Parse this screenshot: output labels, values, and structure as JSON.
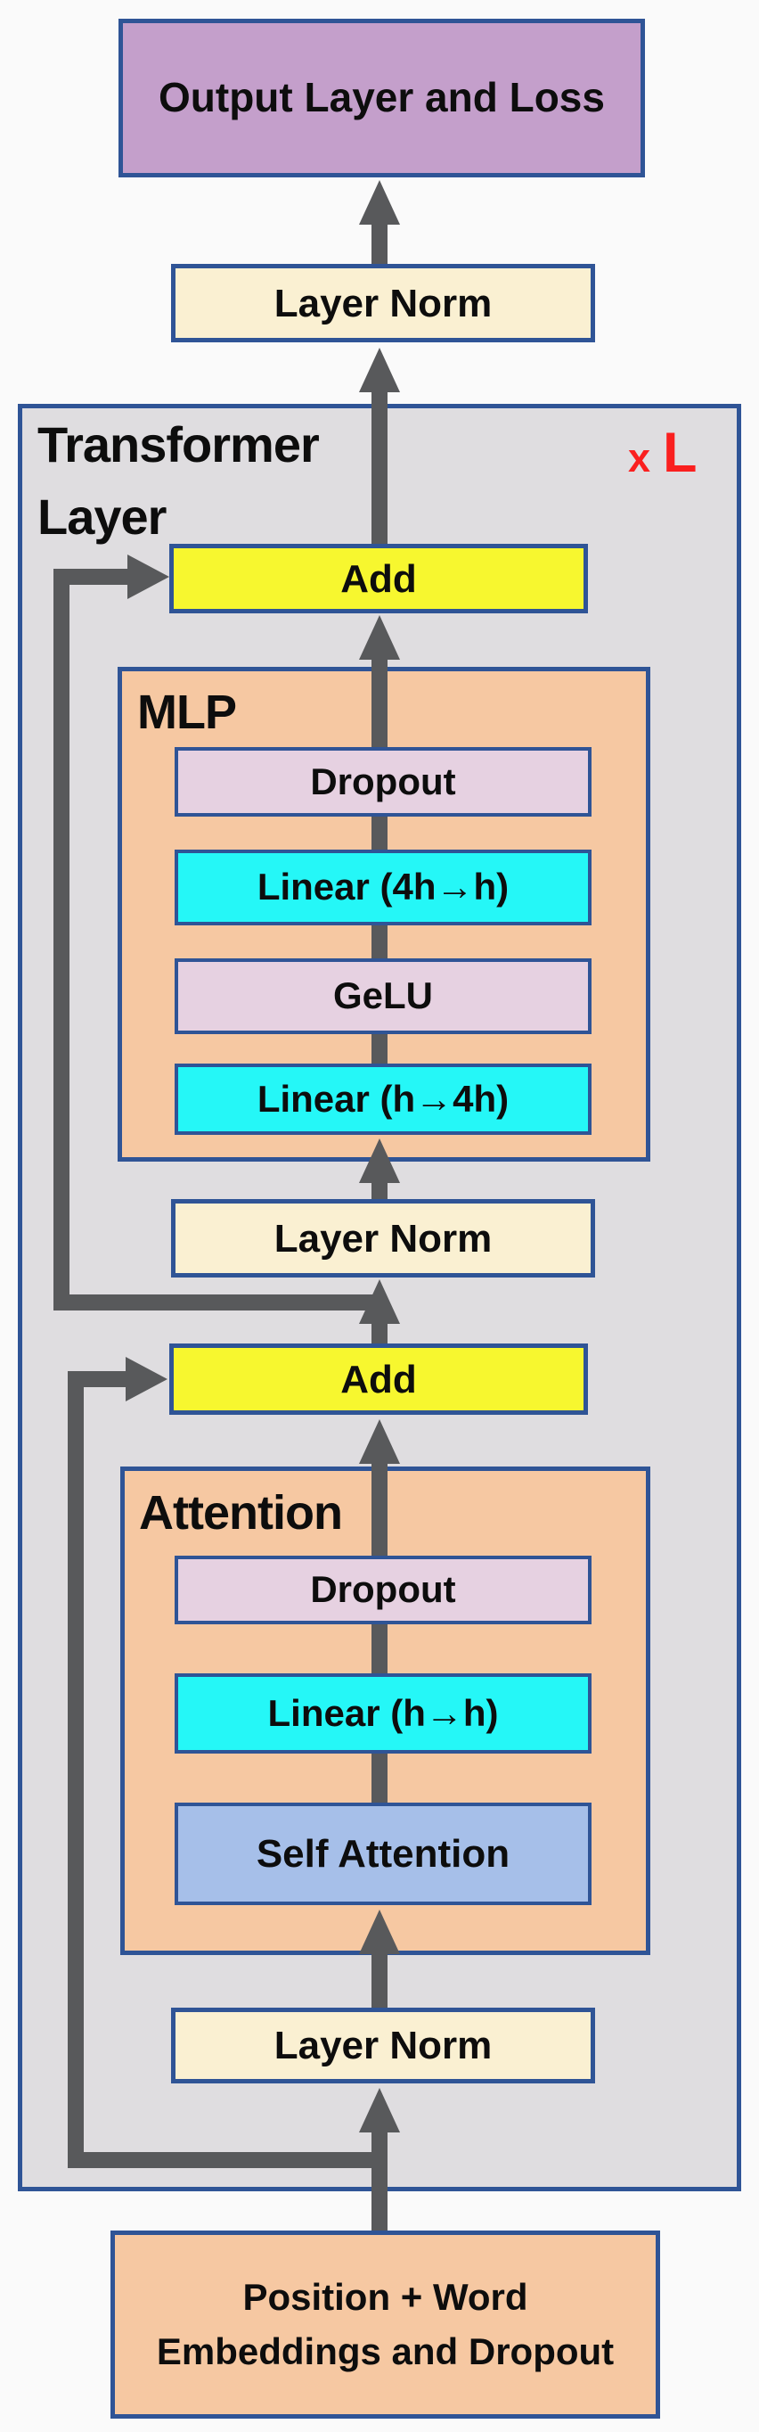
{
  "colors": {
    "border": "#2f5496",
    "purple": "#c49fcb",
    "cream": "#faf0d2",
    "graybg": "#dfdde0",
    "yellow": "#f7f72f",
    "peach": "#f6c8a2",
    "pink": "#e6d1e1",
    "cyan": "#25f7f7",
    "blue": "#a6bfe9",
    "arrow": "#58595b",
    "red": "#fa1f1f",
    "pagebg": "#fafafa",
    "text": "#0d0d0d"
  },
  "diagram": {
    "output": {
      "label": "Output Layer and Loss"
    },
    "layer_norm_final": {
      "label": "Layer Norm"
    },
    "transformer_layer": {
      "title_line1": "Transformer",
      "title_line2": "Layer",
      "repeat_prefix": "x",
      "repeat_count": "L"
    },
    "add_mlp": {
      "label": "Add"
    },
    "mlp": {
      "title": "MLP",
      "dropout": "Dropout",
      "linear_contract": "Linear (4h→h)",
      "gelu": "GeLU",
      "linear_expand": "Linear (h→4h)"
    },
    "layer_norm_pre_mlp": {
      "label": "Layer Norm"
    },
    "add_attention": {
      "label": "Add"
    },
    "attention": {
      "title": "Attention",
      "dropout": "Dropout",
      "linear": "Linear (h→h)",
      "self_attention": "Self Attention"
    },
    "layer_norm_pre_attention": {
      "label": "Layer Norm"
    },
    "embeddings": {
      "label_line1": "Position + Word",
      "label_line2": "Embeddings and Dropout"
    }
  }
}
